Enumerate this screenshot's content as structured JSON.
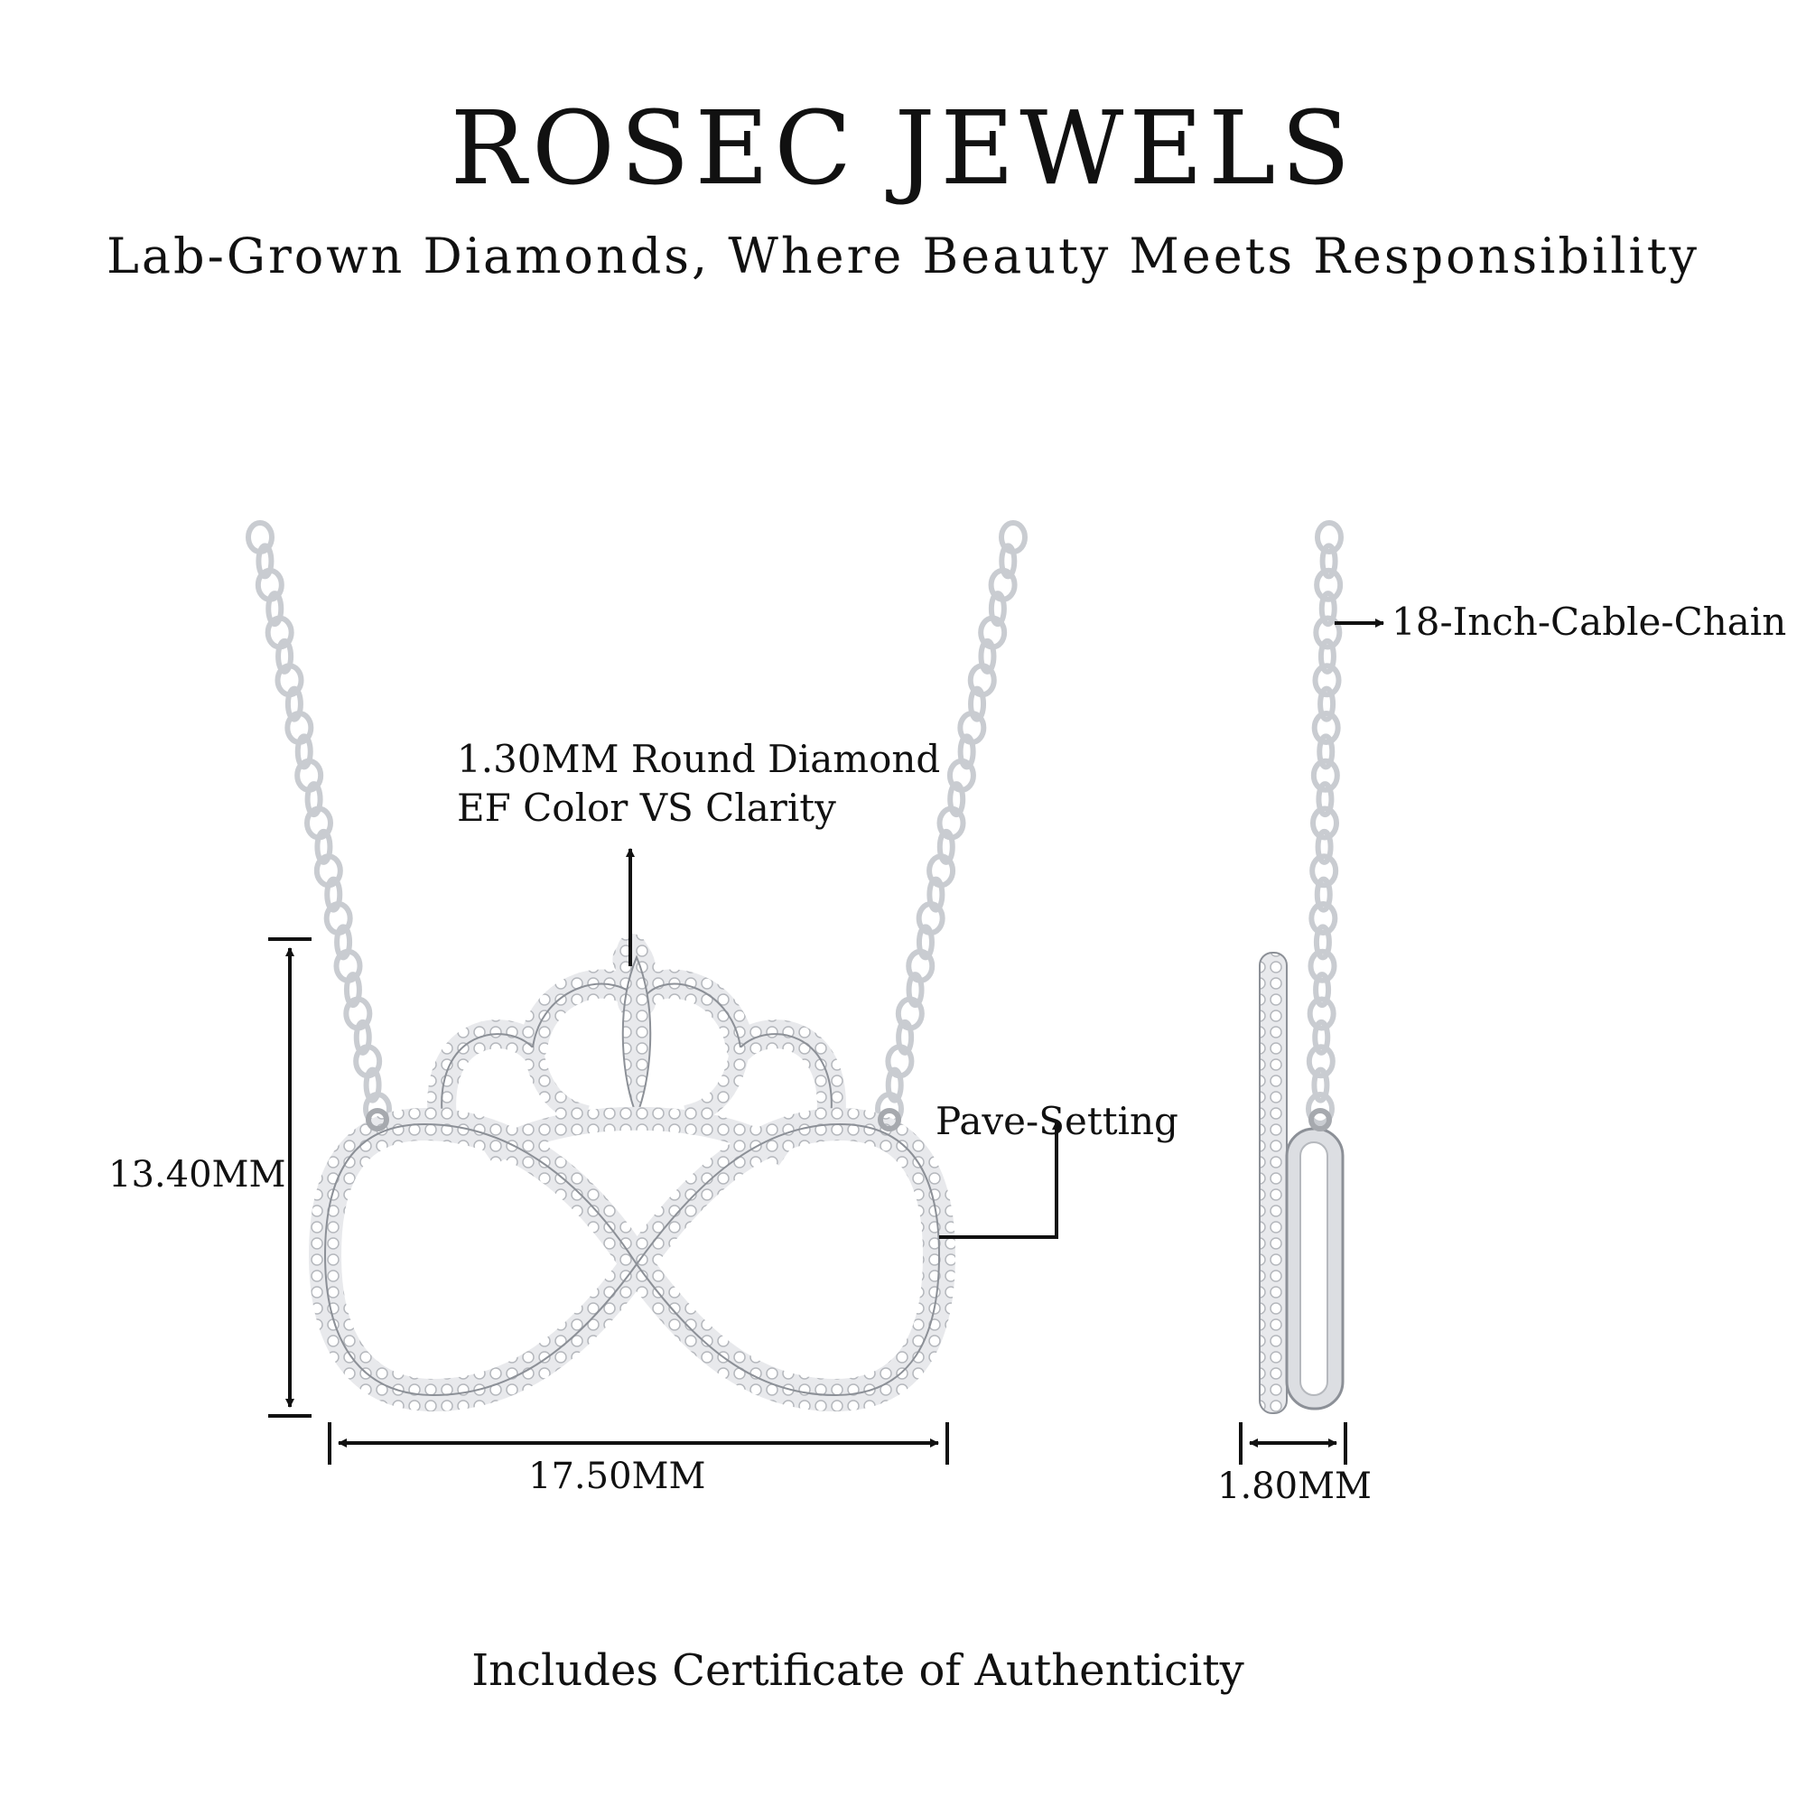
{
  "header": {
    "brand": "ROSEC JEWELS",
    "tagline": "Lab-Grown Diamonds, Where Beauty Meets Responsibility"
  },
  "annotations": {
    "diamond_line1": "1.30MM Round Diamond",
    "diamond_line2": "EF Color VS Clarity",
    "setting": "Pave-Setting",
    "chain": "18-Inch-Cable-Chain"
  },
  "dimensions": {
    "height": "13.40MM",
    "width": "17.50MM",
    "depth": "1.80MM"
  },
  "footer": {
    "certificate": "Includes Certificate of Authenticity"
  },
  "colors": {
    "metal": "#c9ccd1",
    "metal_dark": "#8c9097",
    "ink": "#111111"
  }
}
